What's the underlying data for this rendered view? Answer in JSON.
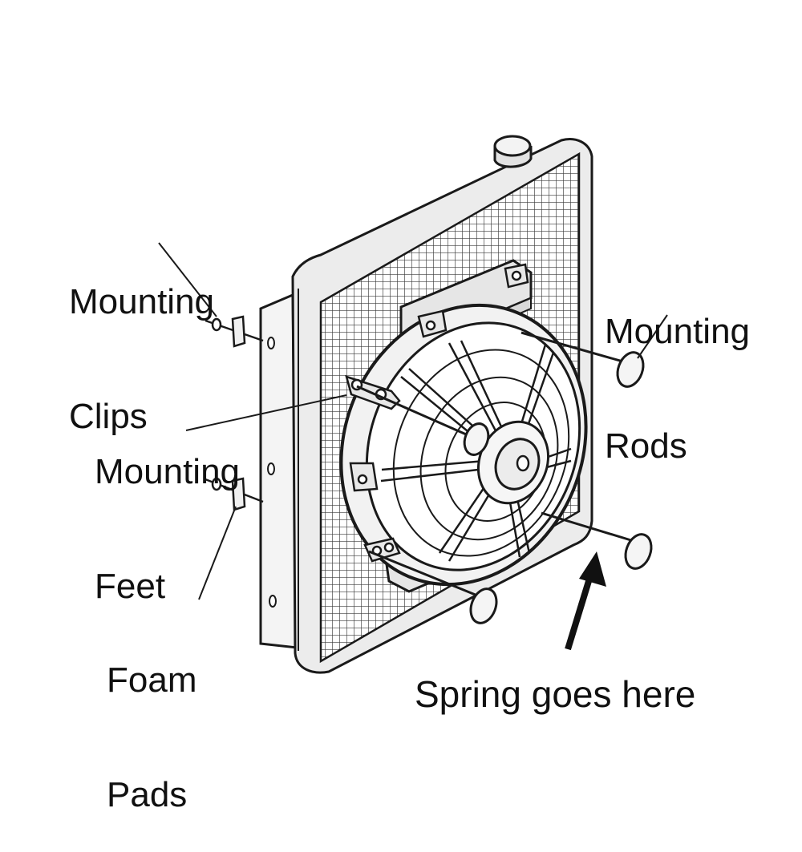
{
  "labels": {
    "mounting_clips": {
      "line1": "Mounting",
      "line2": "Clips"
    },
    "mounting_feet": {
      "line1": "Mounting",
      "line2": "Feet"
    },
    "foam_pads": {
      "line1": "Foam",
      "line2": "Pads"
    },
    "mounting_rods": {
      "line1": "Mounting",
      "line2": "Rods"
    },
    "spring": "Spring goes here"
  },
  "colors": {
    "line": "#1a1a1a",
    "radiator_fill": "#ececec",
    "fan_fill": "#f2f2f2",
    "grid": "#3a3a3a"
  }
}
